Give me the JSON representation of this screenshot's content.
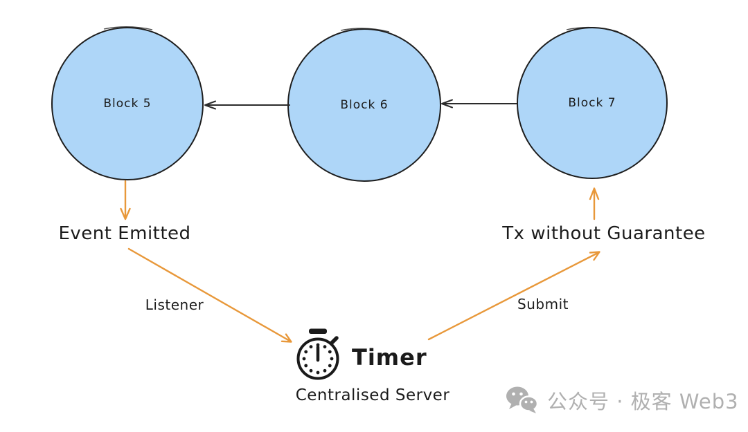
{
  "canvas": {
    "background": "#ffffff"
  },
  "colors": {
    "block_fill": "#aed6f8",
    "block_stroke": "#1e1e1e",
    "black_arrow": "#2b2b2b",
    "orange_arrow": "#e8983a",
    "text": "#1b1b1b",
    "watermark_gray": "#b0b0b0"
  },
  "blocks": [
    {
      "label": "Block 5"
    },
    {
      "label": "Block 6"
    },
    {
      "label": "Block 7"
    }
  ],
  "annotations": {
    "event_emitted": "Event Emitted",
    "listener": "Listener",
    "timer": "Timer",
    "centralised_server": "Centralised Server",
    "submit": "Submit",
    "tx_without_guarantee": "Tx without Guarantee"
  },
  "icons": {
    "timer": "stopwatch-icon",
    "watermark": "wechat-icon"
  },
  "watermark": {
    "text": "公众号 · 极客 Web3"
  }
}
